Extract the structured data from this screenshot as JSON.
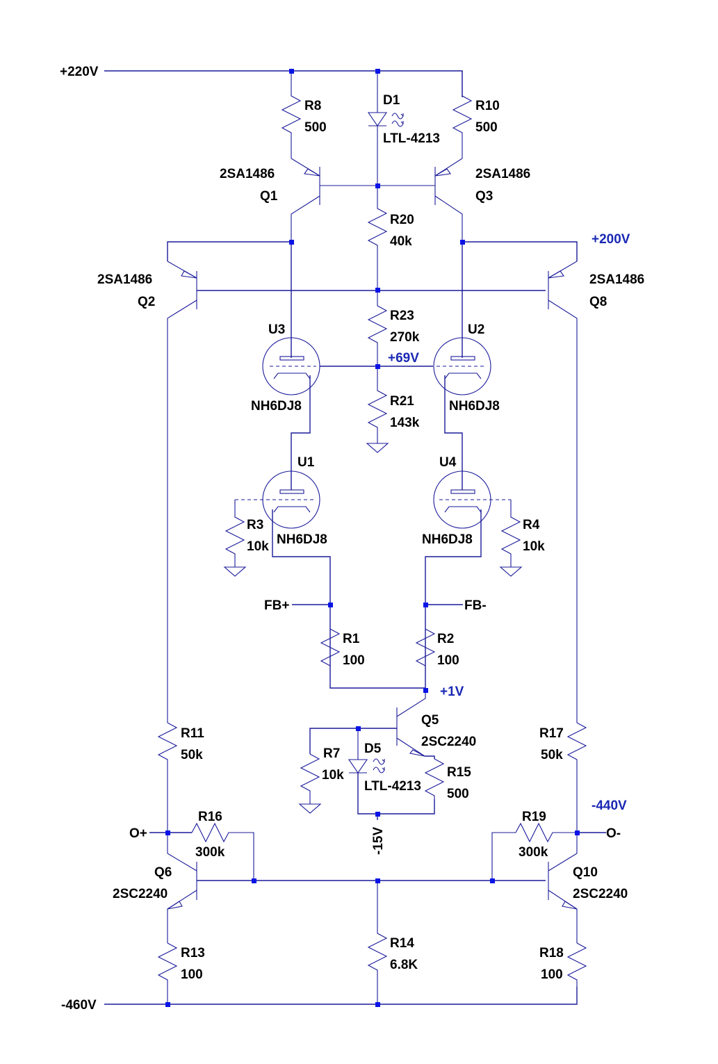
{
  "title": "Tube differential amplifier schematic",
  "colors": {
    "wire": "#1a1a9a",
    "junction": "#0a14e6",
    "net_label": "#1a28b4",
    "text": "#000000",
    "background": "#ffffff"
  },
  "rails": {
    "top": "+220V",
    "bottom": "-460V"
  },
  "net_labels": {
    "v200": "+200V",
    "v69": "+69V",
    "v1": "+1V",
    "v_neg15": "-15V",
    "v_neg440": "-440V"
  },
  "ports": {
    "fb_plus": "FB+",
    "fb_minus": "FB-",
    "out_plus": "O+",
    "out_minus": "O-"
  },
  "resistors": {
    "R8": {
      "ref": "R8",
      "value": "500"
    },
    "R10": {
      "ref": "R10",
      "value": "500"
    },
    "R20": {
      "ref": "R20",
      "value": "40k"
    },
    "R23": {
      "ref": "R23",
      "value": "270k"
    },
    "R21": {
      "ref": "R21",
      "value": "143k"
    },
    "R3": {
      "ref": "R3",
      "value": "10k"
    },
    "R4": {
      "ref": "R4",
      "value": "10k"
    },
    "R1": {
      "ref": "R1",
      "value": "100"
    },
    "R2": {
      "ref": "R2",
      "value": "100"
    },
    "R7": {
      "ref": "R7",
      "value": "10k"
    },
    "R15": {
      "ref": "R15",
      "value": "500"
    },
    "R11": {
      "ref": "R11",
      "value": "50k"
    },
    "R17": {
      "ref": "R17",
      "value": "50k"
    },
    "R16": {
      "ref": "R16",
      "value": "300k"
    },
    "R19": {
      "ref": "R19",
      "value": "300k"
    },
    "R13": {
      "ref": "R13",
      "value": "100"
    },
    "R14": {
      "ref": "R14",
      "value": "6.8K"
    },
    "R18": {
      "ref": "R18",
      "value": "100"
    }
  },
  "transistors": {
    "Q1": {
      "ref": "Q1",
      "model": "2SA1486"
    },
    "Q3": {
      "ref": "Q3",
      "model": "2SA1486"
    },
    "Q2": {
      "ref": "Q2",
      "model": "2SA1486"
    },
    "Q8": {
      "ref": "Q8",
      "model": "2SA1486"
    },
    "Q5": {
      "ref": "Q5",
      "model": "2SC2240"
    },
    "Q6": {
      "ref": "Q6",
      "model": "2SC2240"
    },
    "Q10": {
      "ref": "Q10",
      "model": "2SC2240"
    }
  },
  "diodes": {
    "D1": {
      "ref": "D1",
      "model": "LTL-4213"
    },
    "D5": {
      "ref": "D5",
      "model": "LTL-4213"
    }
  },
  "tubes": {
    "U1": {
      "ref": "U1",
      "model": "NH6DJ8"
    },
    "U2": {
      "ref": "U2",
      "model": "NH6DJ8"
    },
    "U3": {
      "ref": "U3",
      "model": "NH6DJ8"
    },
    "U4": {
      "ref": "U4",
      "model": "NH6DJ8"
    }
  }
}
